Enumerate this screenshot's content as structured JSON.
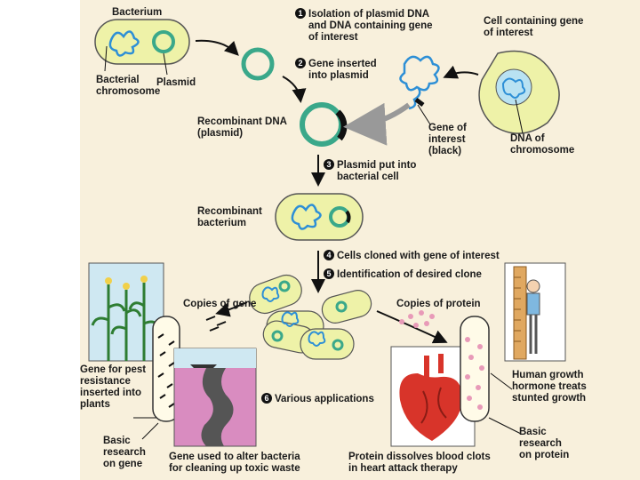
{
  "labels": {
    "bacterium": "Bacterium",
    "bacterial_chromosome": "Bacterial\nchromosome",
    "plasmid": "Plasmid",
    "cell_containing_gene": "Cell containing gene\nof interest",
    "gene_of_interest": "Gene of\ninterest\n(black)",
    "dna_of_chromosome": "DNA of\nchromosome",
    "recombinant_dna": "Recombinant DNA\n(plasmid)",
    "recombinant_bacterium": "Recombinant\nbacterium",
    "copies_of_gene": "Copies of gene",
    "copies_of_protein": "Copies of protein",
    "gene_pest_resistance": "Gene for pest\nresistance\ninserted into\nplants",
    "basic_research_gene": "Basic\nresearch\non gene",
    "gene_alter_bacteria": "Gene used to alter bacteria\nfor cleaning up toxic waste",
    "protein_dissolves": "Protein dissolves blood clots\nin heart attack therapy",
    "human_growth_hormone": "Human growth\nhormone treats\nstunted growth",
    "basic_research_protein": "Basic\nresearch\non protein"
  },
  "steps": [
    {
      "num": "1",
      "text": "Isolation of plasmid DNA\nand DNA containing gene\nof interest"
    },
    {
      "num": "2",
      "text": "Gene inserted\ninto plasmid"
    },
    {
      "num": "3",
      "text": "Plasmid put into\nbacterial cell"
    },
    {
      "num": "4",
      "text": "Cells cloned with gene of interest"
    },
    {
      "num": "5",
      "text": "Identification of desired clone"
    },
    {
      "num": "6",
      "text": "Various applications"
    }
  ],
  "colors": {
    "background": "#f8f0dc",
    "cell_fill": "#eef2a8",
    "cell_stroke": "#555555",
    "plasmid": "#3aa88a",
    "dna": "#2d8fd6",
    "gene_insert": "#111111",
    "protein_dot": "#e89ab8",
    "plant_green": "#2e7d32",
    "soil": "#c24a8f",
    "heart": "#d8342a"
  }
}
